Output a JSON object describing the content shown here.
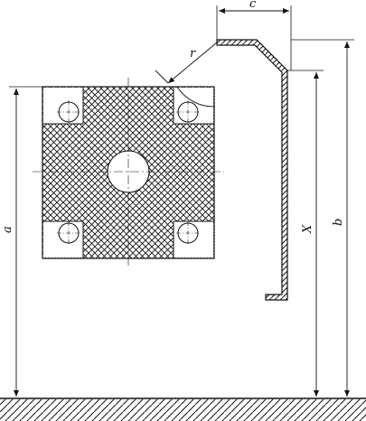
{
  "figure": {
    "labels": {
      "a": "a",
      "b": "b",
      "c": "c",
      "r": "r",
      "x": "X"
    }
  }
}
